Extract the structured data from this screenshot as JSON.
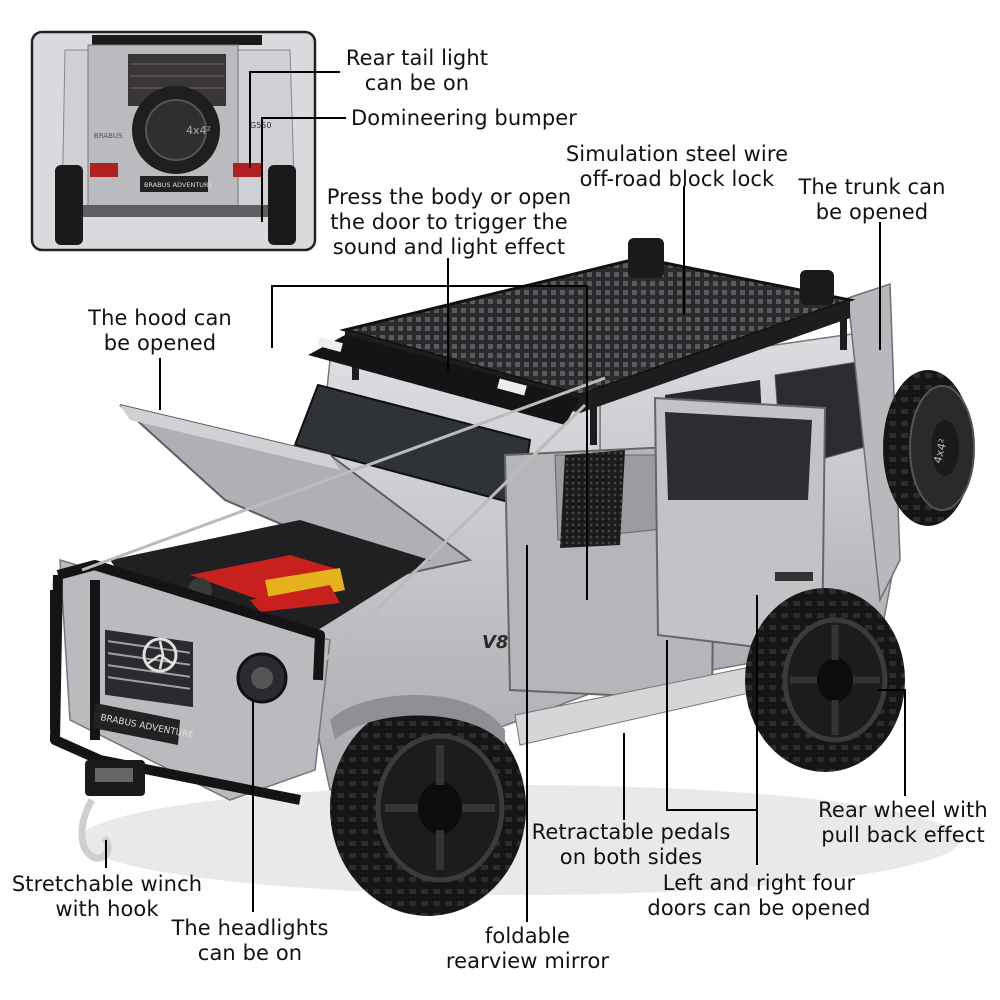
{
  "labels": {
    "rear_tail_light": "Rear tail light\ncan be on",
    "domineering_bumper": "Domineering bumper",
    "steel_wire_lock": "Simulation steel wire\noff-road block lock",
    "trunk": "The trunk can\nbe opened",
    "press_body": "Press the body or open\nthe door to trigger the\nsound and light effect",
    "hood": "The hood can\nbe opened",
    "rear_wheel": "Rear wheel with\npull back effect",
    "pedals": "Retractable pedals\non both sides",
    "doors": "Left and right four\ndoors can be opened",
    "winch": "Stretchable winch\nwith hook",
    "headlights": "The headlights\ncan be on",
    "mirror": "foldable\nrearview mirror"
  },
  "inset_badges": {
    "plate": "BRABUS ADVENTURE",
    "side": "BRABUS",
    "model": "G550",
    "tire": "4x4²"
  },
  "car_badges": {
    "grille": "BRABUS ADVENTURE",
    "v8": "V8",
    "spare_tire": "4x4²"
  },
  "colors": {
    "body": "#c9cacc",
    "body_dark": "#8e9094",
    "trim": "#1c1c1e",
    "tire": "#141414",
    "engine_red": "#c8201c",
    "engine_yellow": "#e3b21c"
  }
}
